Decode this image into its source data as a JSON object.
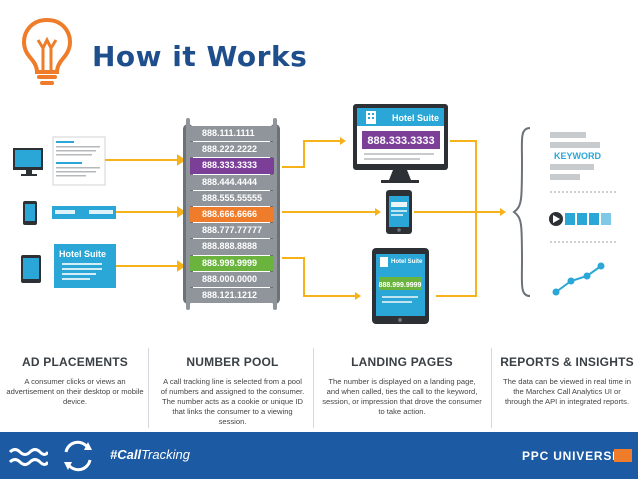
{
  "header": {
    "title": "How it Works"
  },
  "hotel": {
    "name": "Hotel Suite"
  },
  "pool": {
    "numbers": [
      {
        "text": "888.111.1111",
        "color": "#8f959b"
      },
      {
        "text": "888.222.2222",
        "color": "#8f959b"
      },
      {
        "text": "888.333.3333",
        "color": "#7b3f98"
      },
      {
        "text": "888.444.4444",
        "color": "#8f959b"
      },
      {
        "text": "888.555.55555",
        "color": "#8f959b"
      },
      {
        "text": "888.666.6666",
        "color": "#ef7c2a"
      },
      {
        "text": "888.777.77777",
        "color": "#8f959b"
      },
      {
        "text": "888.888.8888",
        "color": "#8f959b"
      },
      {
        "text": "888.999.9999",
        "color": "#6ab43e"
      },
      {
        "text": "888.000.0000",
        "color": "#8f959b"
      },
      {
        "text": "888.121.1212",
        "color": "#8f959b"
      }
    ]
  },
  "landing": {
    "desktop_number": "888.333.3333",
    "tablet_number": "888.999.9999"
  },
  "reports": {
    "keyword_label": "KEYWORD"
  },
  "columns": [
    {
      "title": "AD PLACEMENTS",
      "text": "A consumer clicks or views an advertisement on their desktop or mobile device."
    },
    {
      "title": "NUMBER POOL",
      "text": "A call tracking line is selected from a pool of numbers and assigned to the consumer. The number acts as a cookie or unique ID that links the consumer to a viewing session."
    },
    {
      "title": "LANDING PAGES",
      "text": "The number is displayed on a landing page, and when called, ties the call to the keyword, session, or impression that drove the consumer to take action."
    },
    {
      "title": "REPORTS & INSIGHTS",
      "text": "The data can be viewed in real time in the Marchex Call Analytics UI or through the API in integrated reports."
    }
  ],
  "footer": {
    "hashtag_bold": "#Call",
    "hashtag_rest": "Tracking",
    "brand": "PPC UNIVERSITY"
  },
  "colors": {
    "accent_blue": "#1c5aa3",
    "title_blue": "#1f4e8c",
    "orange": "#ef7c2a",
    "purple": "#7b3f98",
    "green": "#6ab43e",
    "arrow_yellow": "#f5b21b",
    "teal": "#2aa7d6"
  },
  "icons": [
    "lightbulb-icon",
    "wave-icon",
    "sync-arrows-icon",
    "hotel-building-icon",
    "play-icon"
  ]
}
